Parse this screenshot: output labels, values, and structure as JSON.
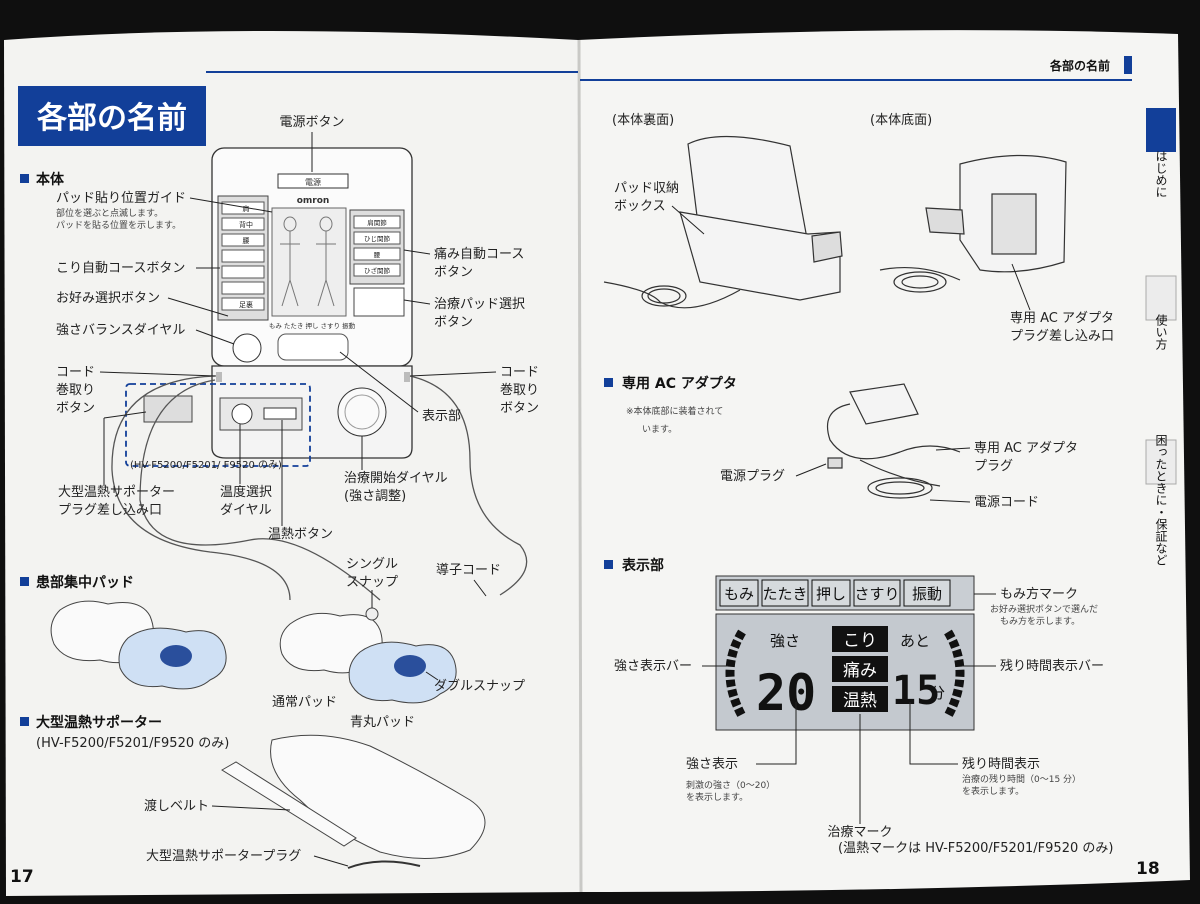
{
  "page_left": {
    "number": "17",
    "title": "各部の名前",
    "sections": {
      "main_unit": "本体",
      "pad": "患部集中パッド",
      "supporter": "大型温熱サポーター",
      "supporter_models": "(HV-F5200/F5201/F9520 のみ)"
    },
    "device": {
      "brand": "omron",
      "power_label": "電源",
      "course_keys": [
        "肩",
        "背中",
        "腰",
        "",
        "",
        "",
        "足裏"
      ],
      "pain_keys": [
        "肩関節",
        "ひじ関節",
        "腰",
        "ひざ関節"
      ],
      "mode_strip": "もみ たたき 押し さすり 振動",
      "model_box": "(HV-F5200/F5201/\nF9520 のみ)"
    },
    "labels": {
      "power_button": "電源ボタン",
      "pad_guide": "パッド貼り位置ガイド",
      "pad_guide_desc_1": "部位を選ぶと点滅します。",
      "pad_guide_desc_2": "パッドを貼る位置を示します。",
      "stiff_course": "こり自動コースボタン",
      "favorite": "お好み選択ボタン",
      "balance": "強さバランスダイヤル",
      "cord_left_1": "コード",
      "cord_left_2": "巻取り",
      "cord_left_3": "ボタン",
      "pain_course_1": "痛み自動コース",
      "pain_course_2": "ボタン",
      "pad_select_1": "治療パッド選択",
      "pad_select_2": "ボタン",
      "cord_right_1": "コード",
      "cord_right_2": "巻取り",
      "cord_right_3": "ボタン",
      "display": "表示部",
      "supporter_plug_1": "大型温熱サポーター",
      "supporter_plug_2": "プラグ差し込み口",
      "temp_dial_1": "温度選択",
      "temp_dial_2": "ダイヤル",
      "heat_button": "温熱ボタン",
      "start_dial_1": "治療開始ダイヤル",
      "start_dial_2": "(強さ調整)",
      "single_snap_1": "シングル",
      "single_snap_2": "スナップ",
      "lead_cord": "導子コード",
      "normal_pad": "通常パッド",
      "double_snap": "ダブルスナップ",
      "blue_pad": "青丸パッド",
      "belt": "渡しベルト",
      "supporter_plug": "大型温熱サポータープラグ"
    }
  },
  "page_right": {
    "number": "18",
    "header": "各部の名前",
    "tabs": [
      "はじめに",
      "使い方",
      "困ったときに・保証など"
    ],
    "back_view": "(本体裏面)",
    "bottom_view": "(本体底面)",
    "pad_storage_1": "パッド収納",
    "pad_storage_2": "ボックス",
    "ac_jack_1": "専用 AC アダプタ",
    "ac_jack_2": "プラグ差し込み口",
    "adapter_title": "専用 AC アダプタ",
    "adapter_note_1": "※本体底部に装着されて",
    "adapter_note_2": "います。",
    "adapter_plug_1": "専用 AC アダプタ",
    "adapter_plug_2": "プラグ",
    "power_plug": "電源プラグ",
    "power_cord": "電源コード",
    "display_title": "表示部",
    "lcd": {
      "modes": [
        "もみ",
        "たたき",
        "押し",
        "さすり",
        "振動"
      ],
      "strength_label": "強さ",
      "strength_value": "20",
      "marks": [
        "こり",
        "痛み",
        "温熱"
      ],
      "remain_label": "あと",
      "remain_value": "15",
      "unit": "分"
    },
    "mode_mark": "もみ方マーク",
    "mode_mark_desc_1": "お好み選択ボタンで選んだ",
    "mode_mark_desc_2": "もみ方を示します。",
    "strength_bar": "強さ表示バー",
    "remain_bar": "残り時間表示バー",
    "strength_display": "強さ表示",
    "strength_desc_1": "刺激の強さ（0～20）",
    "strength_desc_2": "を表示します。",
    "remain_display": "残り時間表示",
    "remain_desc_1": "治療の残り時間（0～15 分）",
    "remain_desc_2": "を表示します。",
    "treat_mark": "治療マーク",
    "treat_mark_note": "(温熱マークは HV-F5200/F5201/F9520 のみ)"
  }
}
